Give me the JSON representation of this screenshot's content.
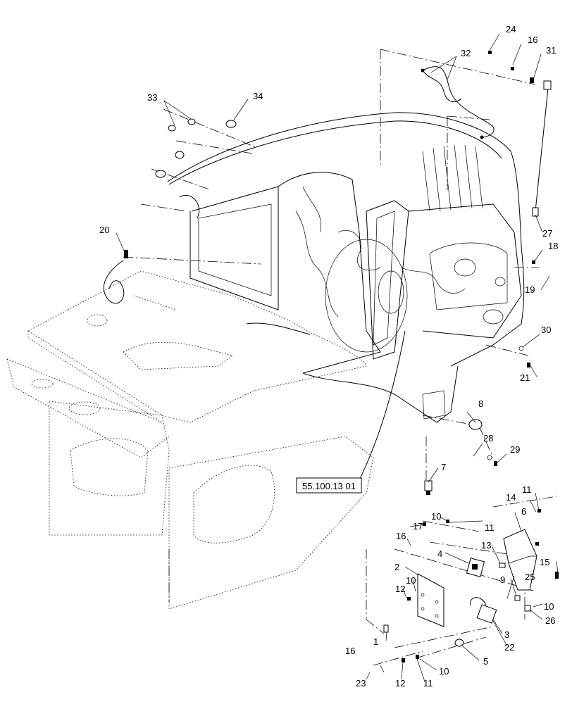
{
  "reference_box": {
    "label": "55.100.13 01"
  },
  "callouts": [
    {
      "id": "c24",
      "text": "24"
    },
    {
      "id": "c16a",
      "text": "16"
    },
    {
      "id": "c31",
      "text": "31"
    },
    {
      "id": "c32",
      "text": "32"
    },
    {
      "id": "c33",
      "text": "33"
    },
    {
      "id": "c34",
      "text": "34"
    },
    {
      "id": "c27",
      "text": "27"
    },
    {
      "id": "c20",
      "text": "20"
    },
    {
      "id": "c18",
      "text": "18"
    },
    {
      "id": "c19",
      "text": "19"
    },
    {
      "id": "c30",
      "text": "30"
    },
    {
      "id": "c21",
      "text": "21"
    },
    {
      "id": "c8",
      "text": "8"
    },
    {
      "id": "c28",
      "text": "28"
    },
    {
      "id": "c29",
      "text": "29"
    },
    {
      "id": "c7",
      "text": "7"
    },
    {
      "id": "c11a",
      "text": "11"
    },
    {
      "id": "c14",
      "text": "14"
    },
    {
      "id": "c10a",
      "text": "10"
    },
    {
      "id": "c11b",
      "text": "11"
    },
    {
      "id": "c6",
      "text": "6"
    },
    {
      "id": "c17",
      "text": "17"
    },
    {
      "id": "c16b",
      "text": "16"
    },
    {
      "id": "c13",
      "text": "13"
    },
    {
      "id": "c4",
      "text": "4"
    },
    {
      "id": "c15",
      "text": "15"
    },
    {
      "id": "c2",
      "text": "2"
    },
    {
      "id": "c9",
      "text": "9"
    },
    {
      "id": "c25",
      "text": "25"
    },
    {
      "id": "c12a",
      "text": "12"
    },
    {
      "id": "c10b",
      "text": "10"
    },
    {
      "id": "c10c",
      "text": "10"
    },
    {
      "id": "c26",
      "text": "26"
    },
    {
      "id": "c3",
      "text": "3"
    },
    {
      "id": "c1",
      "text": "1"
    },
    {
      "id": "c22",
      "text": "22"
    },
    {
      "id": "c16c",
      "text": "16"
    },
    {
      "id": "c5",
      "text": "5"
    },
    {
      "id": "c10d",
      "text": "10"
    },
    {
      "id": "c23",
      "text": "23"
    },
    {
      "id": "c12b",
      "text": "12"
    },
    {
      "id": "c11c",
      "text": "11"
    }
  ]
}
